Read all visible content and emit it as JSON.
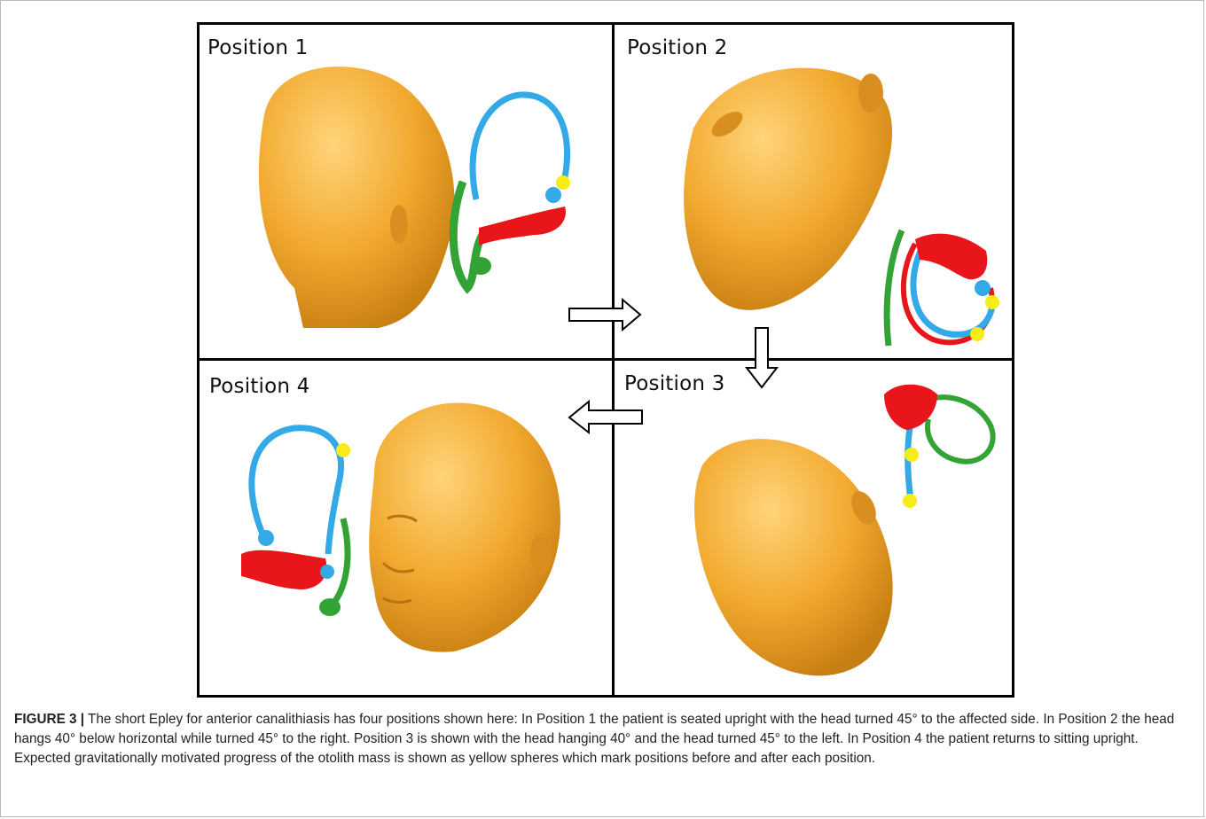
{
  "figure": {
    "panels": [
      {
        "label": "Position 1"
      },
      {
        "label": "Position 2"
      },
      {
        "label": "Position 3"
      },
      {
        "label": "Position 4"
      }
    ],
    "colors": {
      "head": "#f1a937",
      "anterior_canal": "#33a9e8",
      "utricle": "#e8161a",
      "posterior_canal": "#33a336",
      "otolith": "#f6ec17",
      "arrow_fill": "#ffffff",
      "arrow_stroke": "#000000"
    },
    "icons": [
      "arrow-right-icon",
      "arrow-down-icon",
      "arrow-left-icon"
    ]
  },
  "caption": {
    "label": "FIGURE 3 |",
    "text": " The short Epley for anterior canalithiasis has four positions shown here: In Position 1 the patient is seated upright with the head turned 45° to the affected side. In Position 2 the head hangs 40° below horizontal while turned 45° to the right. Position 3 is shown with the head hanging 40° and the head turned 45° to the left. In Position 4 the patient returns to sitting upright. Expected gravitationally motivated progress of the otolith mass is shown as yellow spheres which mark positions before and after each position."
  }
}
